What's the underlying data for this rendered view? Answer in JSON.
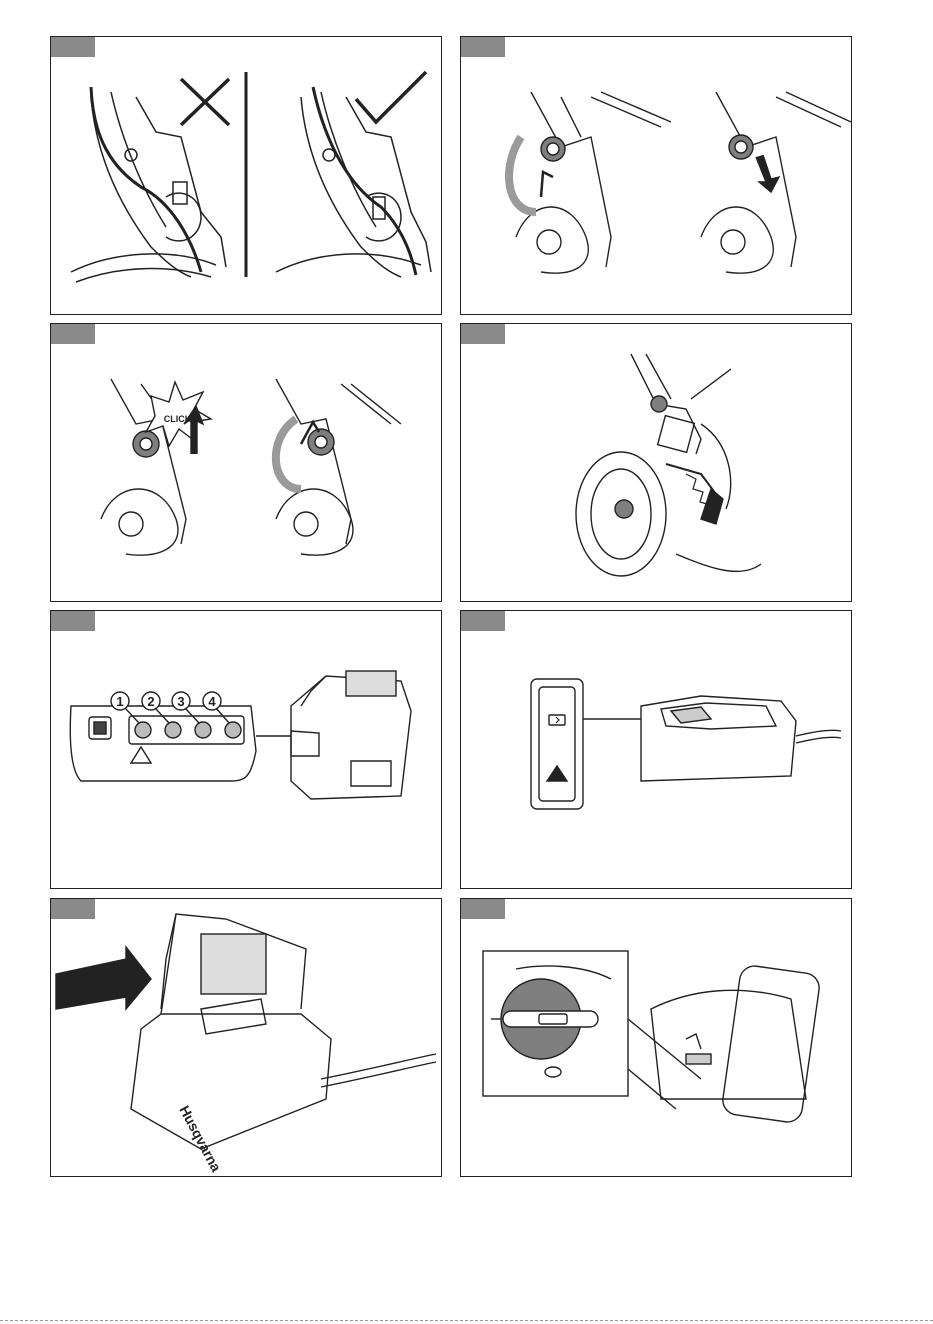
{
  "figures": {
    "click_label": "CLICK!",
    "led_numbers": [
      "1",
      "2",
      "3",
      "4"
    ],
    "brand": "Husqvarna"
  },
  "colors": {
    "tab_gray": "#8a8a8a",
    "line": "#222222",
    "knob_gray": "#7f7f7f",
    "arrow_gray": "#9a9a9a"
  }
}
